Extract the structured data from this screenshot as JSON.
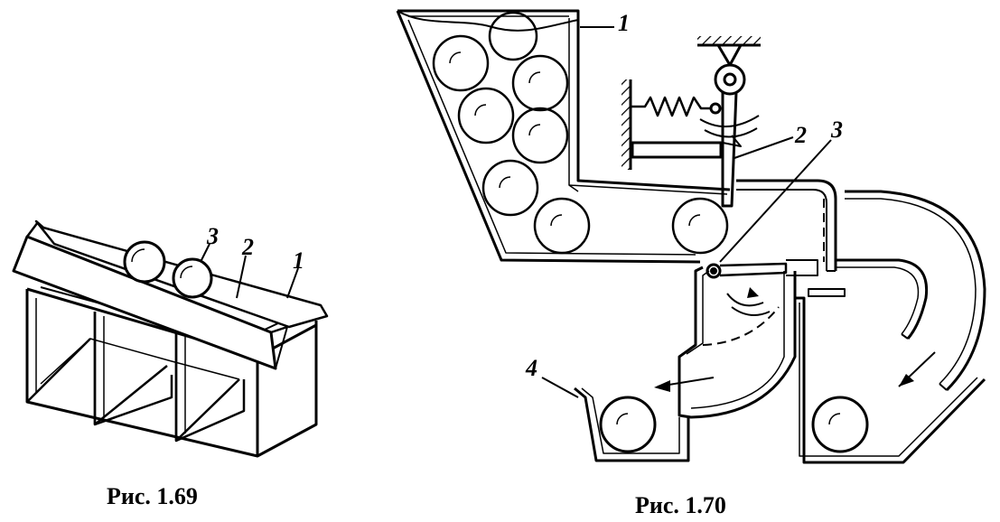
{
  "figures": [
    {
      "id": "fig-1-69",
      "caption": "Рис. 1.69",
      "callouts": [
        "1",
        "2",
        "3"
      ]
    },
    {
      "id": "fig-1-70",
      "caption": "Рис. 1.70",
      "callouts": [
        "1",
        "2",
        "3",
        "4"
      ]
    }
  ]
}
